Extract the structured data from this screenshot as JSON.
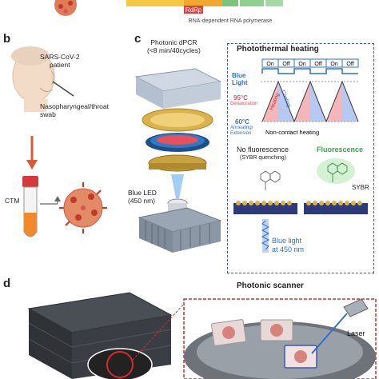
{
  "panel_a": {
    "rdrp_label": "RdRp",
    "rdrp_caption": "RNA-dependent RNA polymerase"
  },
  "panel_b": {
    "letter": "b",
    "patient_label": "SARS-CoV-2\npatient",
    "swab_label": "Nasopharyngeal/throat\nswab",
    "ctm_label": "CTM"
  },
  "panel_c": {
    "letter": "c",
    "device_title": "Photonic dPCR\n(<8 min/40cycles)",
    "led_label": "Blue LED\n(450 nm)",
    "heating_title": "Photothermal heating",
    "blue_light_label": "Blue\nLight",
    "on_off_labels": [
      "On",
      "Off",
      "On",
      "Off",
      "On",
      "Off"
    ],
    "temp_high": "95°C",
    "temp_high_sub": "Denaturation",
    "temp_low": "60°C",
    "temp_low_sub": "Annealing/\nExtension",
    "heating_label": "Heating",
    "cooling_label": "Cooling",
    "noncontact_label": "Non-contact heating",
    "no_fluor_label": "No fluorescence",
    "sybr_quench_label": "(SYBR quenching)",
    "fluor_label": "Fluorescence",
    "sybr_label": "SYBR",
    "blue_light_450": "Blue light\nat 450 nm"
  },
  "panel_d": {
    "letter": "d",
    "scanner_title": "Photonic scanner",
    "laser_label": "Laser"
  },
  "colors": {
    "accent_blue": "#2f6fd0",
    "heating_red": "#e8505b",
    "cooling_blue": "#3b6fd6",
    "fluor_green": "#3aa64a",
    "dash_border": "#3c5aa8",
    "rdrp_red": "#e63b3b"
  }
}
